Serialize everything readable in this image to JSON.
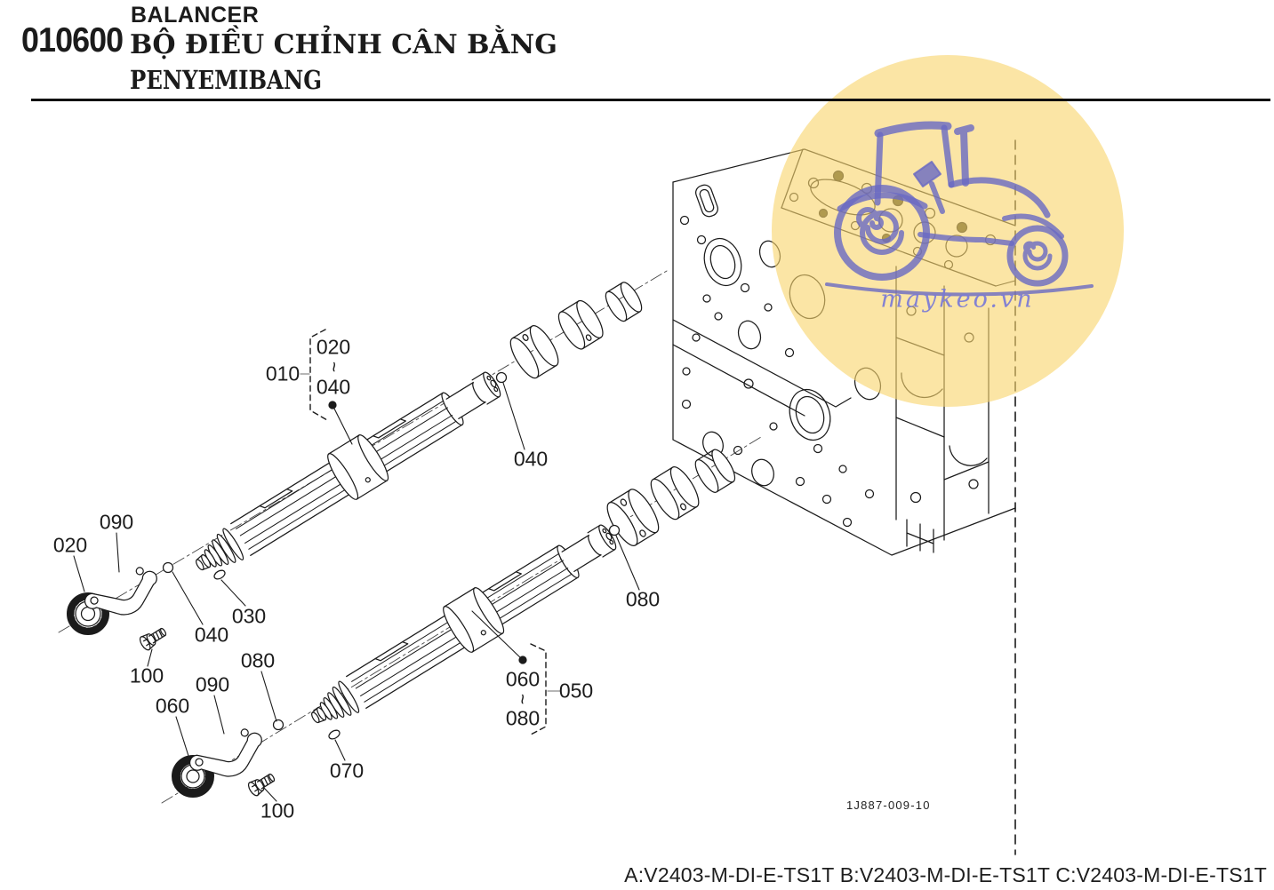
{
  "header": {
    "section_code": "010600",
    "title_en": "BALANCER",
    "title_vi": "BỘ ĐIỀU CHỈNH CÂN BẰNG",
    "title_ms": "PENYEMIBANG"
  },
  "diagram": {
    "figure_code": "1J887-009-10",
    "callouts": [
      {
        "id": "group1-ref",
        "label": "010"
      },
      {
        "id": "group1-start",
        "label": "020"
      },
      {
        "id": "group1-tilde",
        "label": "~"
      },
      {
        "id": "group1-end",
        "label": "040"
      },
      {
        "id": "ball-right-shaft1",
        "label": "040"
      },
      {
        "id": "gear-shaft1",
        "label": "020"
      },
      {
        "id": "retainer-shaft1",
        "label": "090"
      },
      {
        "id": "key-shaft1",
        "label": "030"
      },
      {
        "id": "ball-left-shaft1",
        "label": "040"
      },
      {
        "id": "bolt-shaft1",
        "label": "100"
      },
      {
        "id": "ball-left-shaft2",
        "label": "080"
      },
      {
        "id": "retainer-shaft2",
        "label": "090"
      },
      {
        "id": "gear-shaft2",
        "label": "060"
      },
      {
        "id": "bolt-shaft2",
        "label": "100"
      },
      {
        "id": "key-shaft2",
        "label": "070"
      },
      {
        "id": "ball-right-shaft2",
        "label": "080"
      },
      {
        "id": "group2-start",
        "label": "060"
      },
      {
        "id": "group2-tilde",
        "label": "~"
      },
      {
        "id": "group2-end",
        "label": "080"
      },
      {
        "id": "group2-ref",
        "label": "050"
      }
    ],
    "watermark": {
      "text": "maykeo.vn",
      "circle_color": "#F8D56E",
      "tractor_color": "#6C6CC5"
    },
    "line_color": "#1b1b1b"
  },
  "footer": {
    "models": "A:V2403-M-DI-E-TS1T B:V2403-M-DI-E-TS1T C:V2403-M-DI-E-TS1T"
  }
}
